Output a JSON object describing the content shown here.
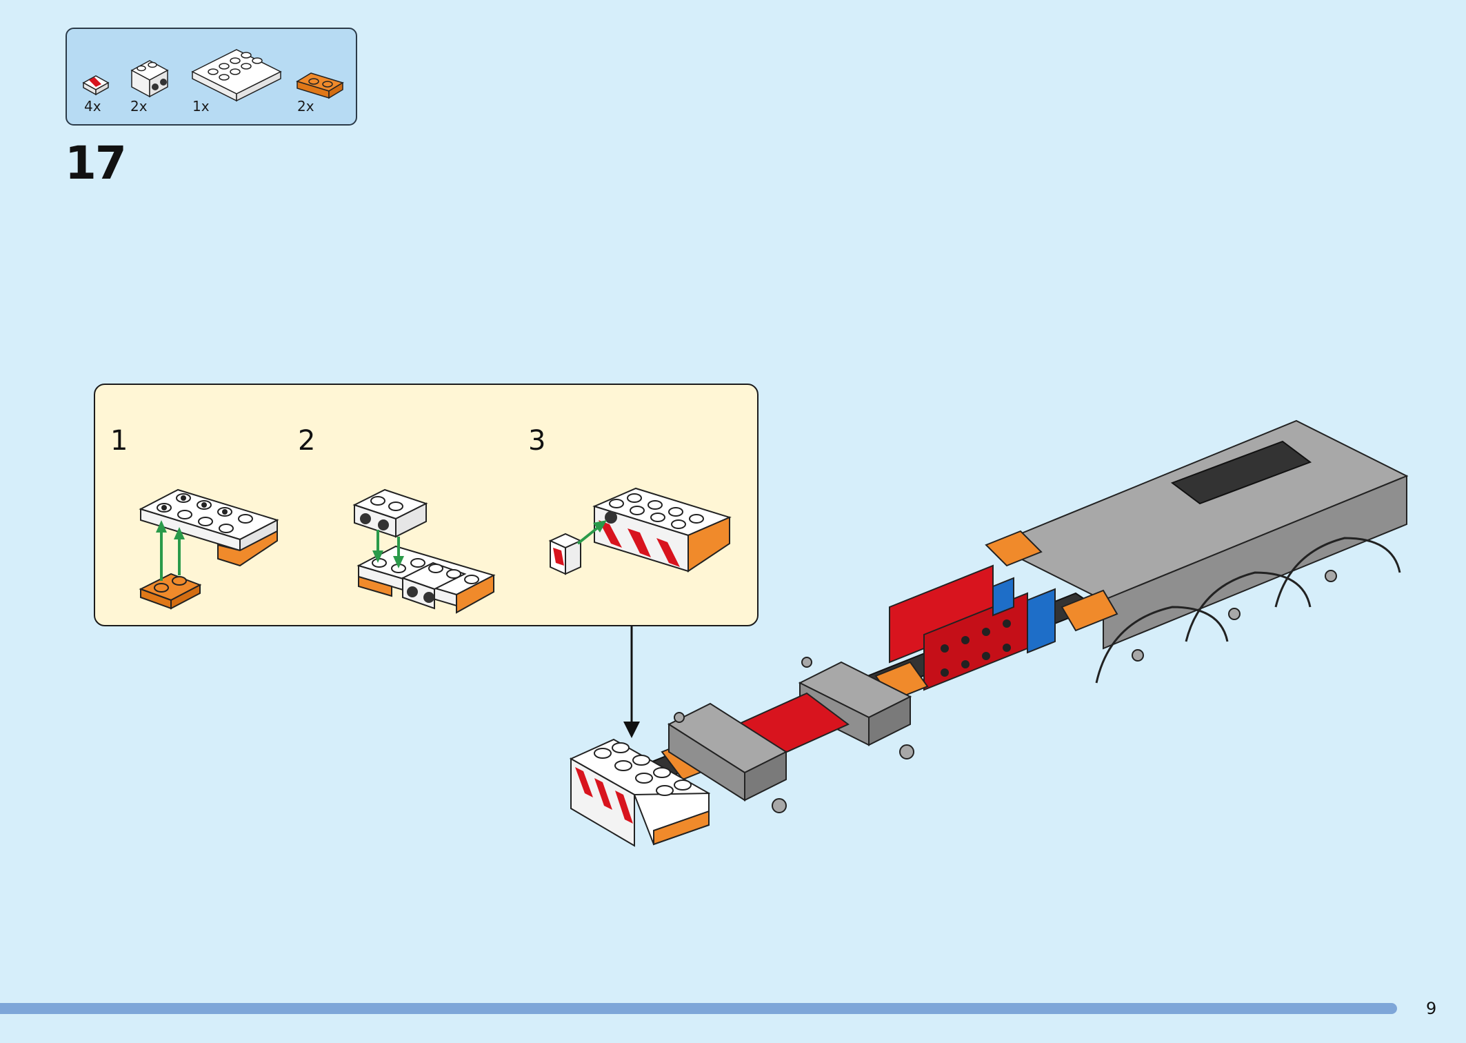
{
  "parts": [
    {
      "quantity": "4x",
      "icon": "tile-1x1-red-white-stripes-icon"
    },
    {
      "quantity": "2x",
      "icon": "bracket-1x2-white-icon"
    },
    {
      "quantity": "1x",
      "icon": "plate-2x4-white-icon"
    },
    {
      "quantity": "2x",
      "icon": "plate-1x2-orange-icon"
    }
  ],
  "step": {
    "number": "17"
  },
  "substeps": [
    {
      "number": "1"
    },
    {
      "number": "2"
    },
    {
      "number": "3"
    }
  ],
  "page": {
    "number": "9"
  },
  "colors": {
    "background": "#d6eefa",
    "parts_box": "#b7dbf3",
    "substep_box": "#fff6d5",
    "arrow_green": "#2a9a4a",
    "page_bar": "#7ea6d8",
    "orange": "#f08a2b",
    "red": "#d8141e",
    "gray": "#a8a8a8",
    "blue": "#1e6ec8"
  }
}
